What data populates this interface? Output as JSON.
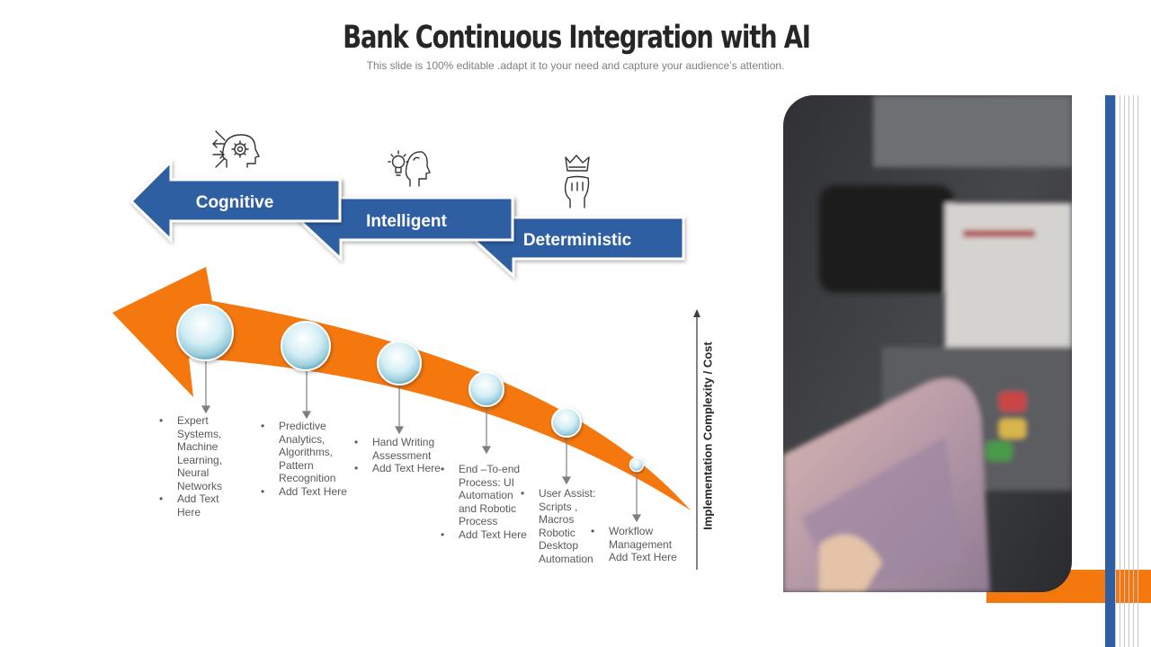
{
  "header": {
    "title": "Bank Continuous Integration with AI",
    "subtitle": "This slide is 100% editable .adapt it to your need and capture your audience’s attention."
  },
  "stages": [
    {
      "label": "Cognitive",
      "icon": "head-gear-icon"
    },
    {
      "label": "Intelligent",
      "icon": "head-lightbulb-icon"
    },
    {
      "label": "Deterministic",
      "icon": "crowned-fist-icon"
    }
  ],
  "axis": {
    "label": "Implementation Complexity / Cost"
  },
  "steps": [
    {
      "items": [
        "Expert Systems, Machine Learning, Neural Networks",
        "Add Text Here"
      ]
    },
    {
      "items": [
        "Predictive Analytics, Algorithms, Pattern Recognition",
        "Add Text Here"
      ]
    },
    {
      "items": [
        "Hand Writing Assessment",
        "Add Text Here"
      ]
    },
    {
      "items": [
        "End –To-end Process: UI Automation and Robotic Process",
        "Add Text Here"
      ]
    },
    {
      "items": [
        "User Assist: Scripts , Macros Robotic Desktop Automation"
      ]
    },
    {
      "items": [
        "Workflow Management Add Text Here"
      ]
    }
  ],
  "colors": {
    "blue": "#2e5fa3",
    "orange": "#f5780f",
    "photo_bg": "#3a3c40"
  }
}
